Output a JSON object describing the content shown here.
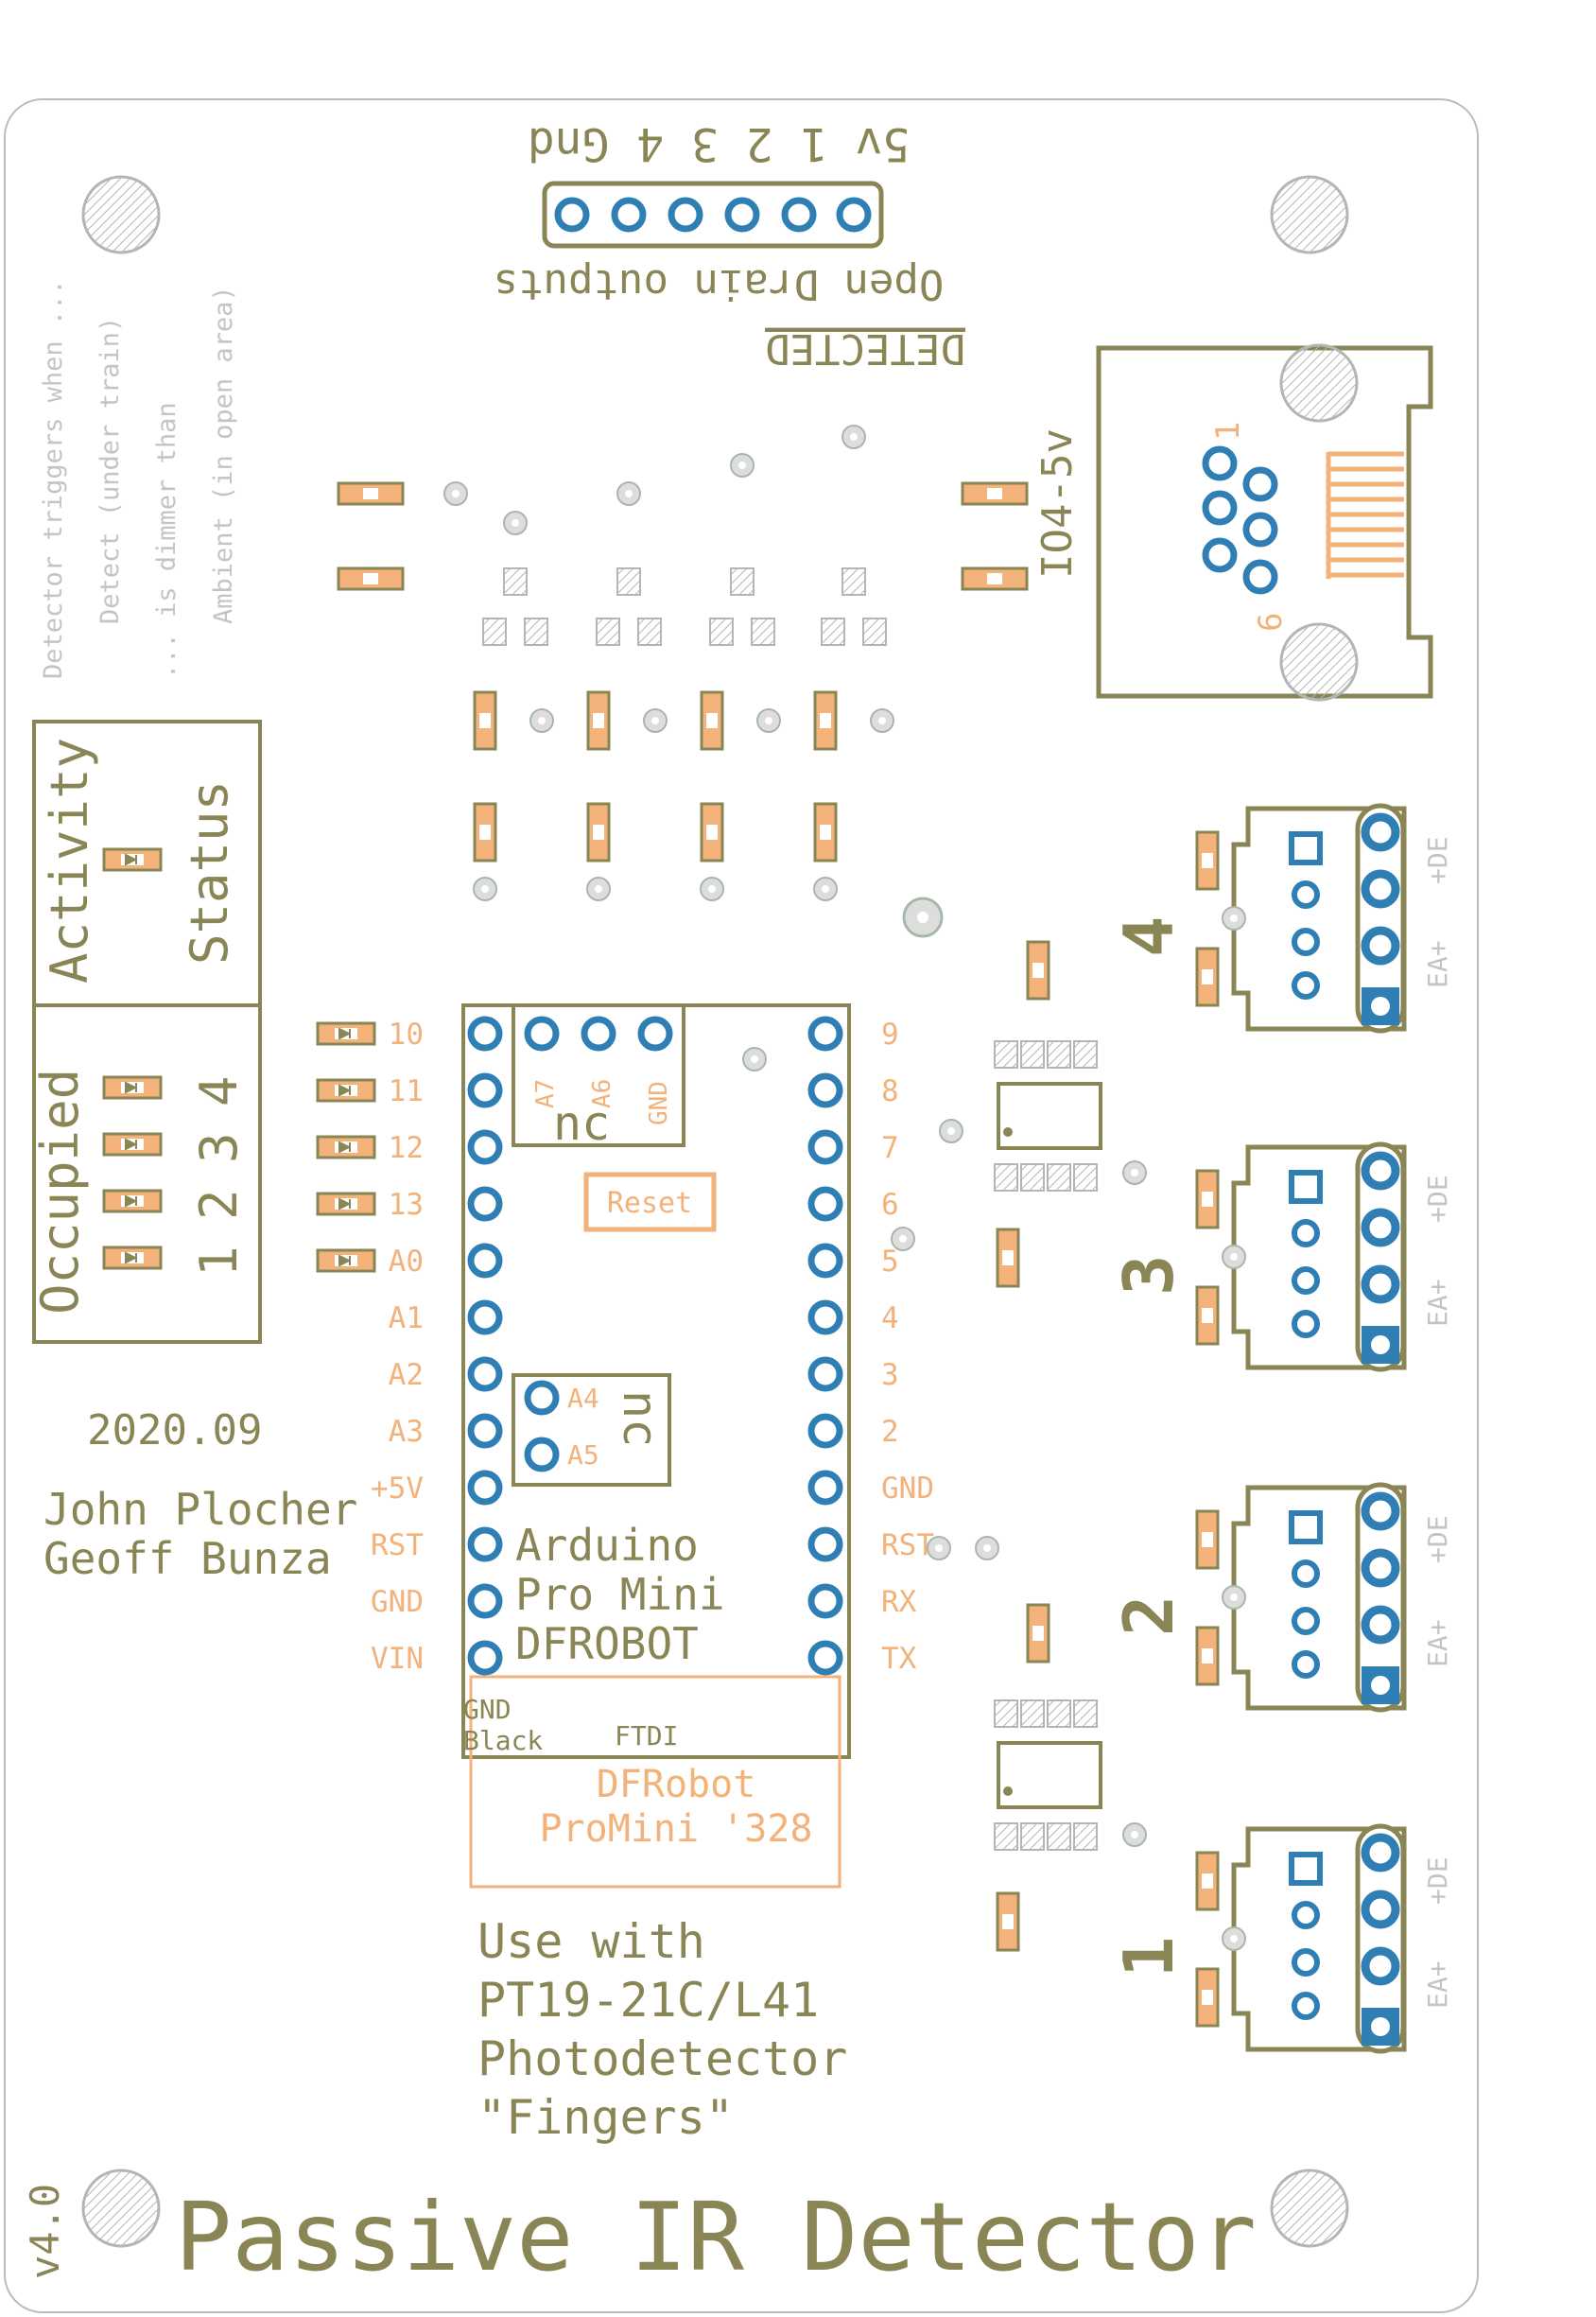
{
  "board": {
    "title": "Passive IR Detector",
    "version": "v4.0",
    "date": "2020.09",
    "authors": [
      "John Plocher",
      "Geoff  Bunza"
    ],
    "usage_note": [
      "Use  with",
      "PT19-21C/L41",
      "Photodetector",
      "\"Fingers\""
    ]
  },
  "colors": {
    "silkscreen": "#8a8555",
    "copper_top": "#f2b27a",
    "pad": "#2f7fb5",
    "hatch": "#b5b5b5",
    "note": "#c4c4c4"
  },
  "outputs_header": {
    "pin_labels": "5v 1 2 3 4 Gnd",
    "caption": "Open Drain outputs",
    "heading": "DETECTED"
  },
  "detector_note": [
    "Detector triggers when ...",
    "Detect (under train)",
    "... is dimmer than",
    "Ambient (in open area)"
  ],
  "io_connector": {
    "label": "IO4-5v",
    "pin_first": "1",
    "pin_last": "6"
  },
  "status_box": {
    "activity": "Activity",
    "status": "Status"
  },
  "occupied_box": {
    "title": "Occupied",
    "numbers": [
      "1",
      "2",
      "3",
      "4"
    ]
  },
  "arduino": {
    "left_pins": [
      "10",
      "11",
      "12",
      "13",
      "A0",
      "A1",
      "A2",
      "A3",
      "+5V",
      "RST",
      "GND",
      "VIN"
    ],
    "right_pins": [
      "9",
      "8",
      "7",
      "6",
      "5",
      "4",
      "3",
      "2",
      "GND",
      "RST",
      "RX",
      "TX"
    ],
    "top_block": [
      "A7",
      "A6",
      "GND"
    ],
    "nc": "nc",
    "reset_label": "Reset",
    "mid_block": [
      "A4",
      "A5"
    ],
    "name_lines": [
      "Arduino",
      "Pro  Mini",
      "DFROBOT"
    ],
    "ftdi": "FTDI",
    "gnd": "GND",
    "black": "Black",
    "module_lines": [
      "DFRobot",
      "ProMini '328"
    ]
  },
  "detector_ports": [
    {
      "number": "4"
    },
    {
      "number": "3"
    },
    {
      "number": "2"
    },
    {
      "number": "1"
    }
  ],
  "port_labels": {
    "plus_de": "+DE",
    "ea_plus": "EA+"
  }
}
